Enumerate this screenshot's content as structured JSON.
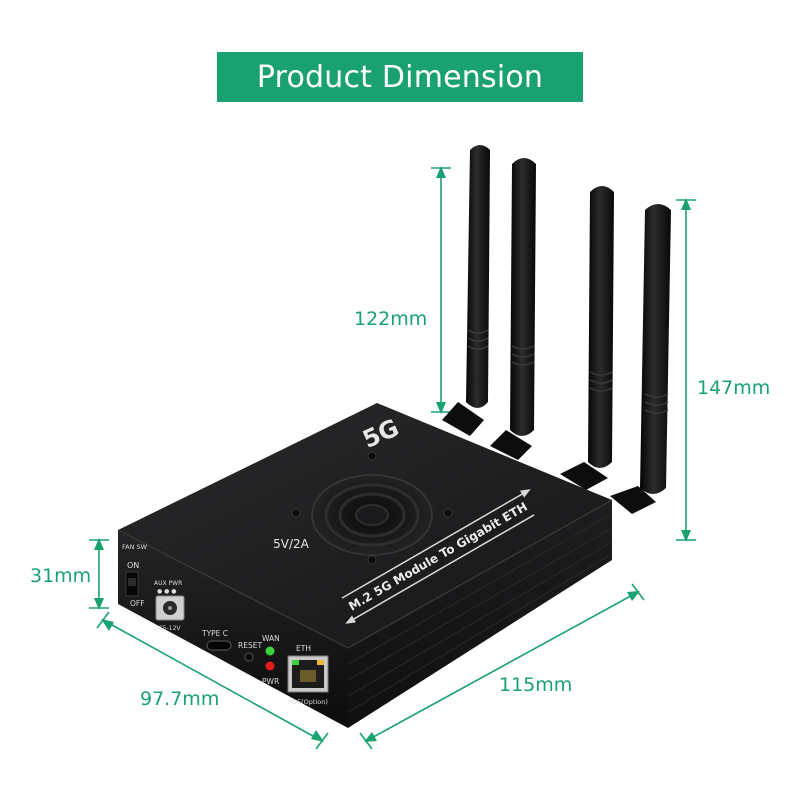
{
  "title": "Product Dimension",
  "colors": {
    "accent": "#1aa170",
    "device_body": "#1b1b1d",
    "antenna": "#111111"
  },
  "dimensions": {
    "antenna_height": "122mm",
    "total_height": "147mm",
    "box_height": "31mm",
    "depth": "97.7mm",
    "width": "115mm"
  },
  "device": {
    "logo": "5G",
    "top_power_label": "5V/2A",
    "top_model_label": "M.2  5G Module To Gigabit ETH",
    "front_panel": {
      "fan_switch": "FAN SW",
      "fan_on": "ON",
      "fan_off": "OFF",
      "aux_power": "AUX PWR",
      "dc_input": "DC5-12V",
      "type_c": "TYPE  C",
      "reset": "RESET",
      "wan": "WAN",
      "pwr": "PWR",
      "eth": "ETH",
      "poe": "POE(Option)"
    },
    "led_wan_color": "#3bd53b",
    "led_pwr_color": "#e21b1b",
    "antenna_count": 4
  }
}
